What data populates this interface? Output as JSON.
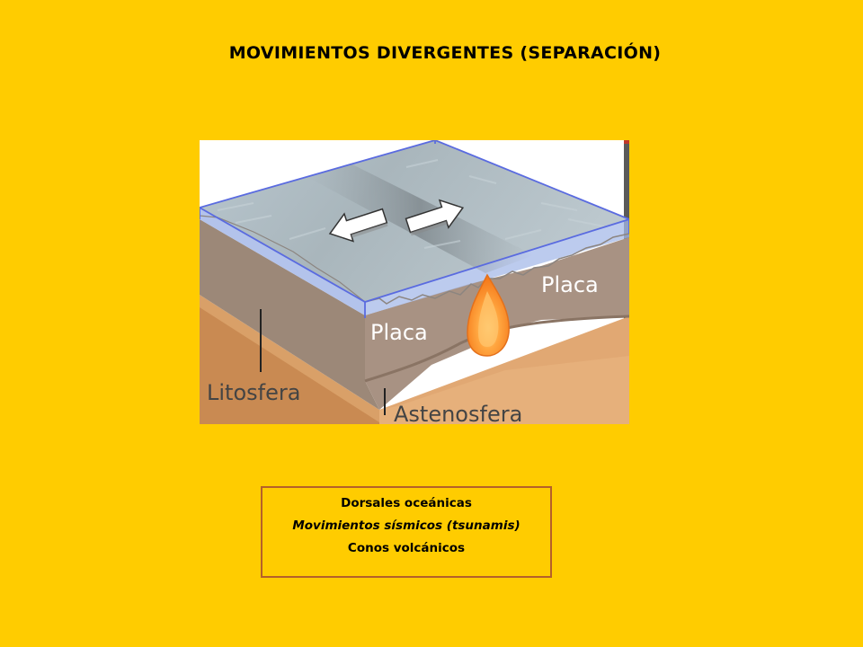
{
  "slide": {
    "title": "MOVIMIENTOS DIVERGENTES (SEPARACIÓN)"
  },
  "diagram": {
    "labels": {
      "plate_right": "Placa",
      "plate_left": "Placa",
      "lithosphere": "Litosfera",
      "asthenosphere": "Astenosfera"
    }
  },
  "notes": {
    "items": [
      "Dorsales oceánicas",
      "Movimientos sísmicos (tsunamis)",
      "Conos volcánicos"
    ]
  },
  "colors": {
    "background": "#FFCC00",
    "box_border": "#B5602A",
    "ocean_outline": "#5A6BE0"
  }
}
